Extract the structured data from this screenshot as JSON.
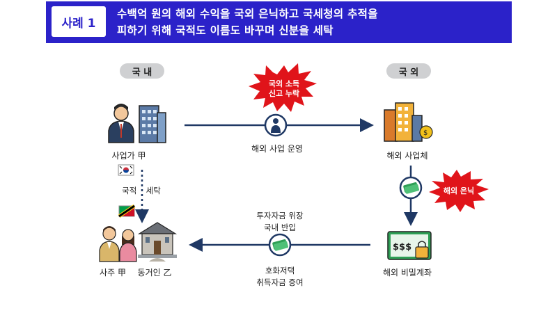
{
  "header": {
    "badge": "사례 1",
    "line1": "수백억 원의 해외 수익을 국외 은닉하고 국세청의 추적을",
    "line2": "피하기 위해 국적도 이름도 바꾸며 신분을 세탁"
  },
  "regions": {
    "domestic": "국 내",
    "foreign": "국 외"
  },
  "burst_top": {
    "line1": "국외 소득",
    "line2": "신고 누락"
  },
  "burst_right": "해외 은닉",
  "nodes": {
    "businessman": "사업가 甲",
    "overseas_entity": "해외 사업체",
    "secret_account": "해외 비밀계좌",
    "owner": "사주 甲",
    "cohabitant": "동거인 乙"
  },
  "flows": {
    "top": "해외 사업 운영",
    "bottom_upper_1": "투자자금 위장",
    "bottom_upper_2": "국내 반입",
    "bottom_lower_1": "호화저택",
    "bottom_lower_2": "취득자금 증여",
    "nationality_1": "국적",
    "nationality_2": "세탁"
  },
  "colors": {
    "accent": "#2b22c9",
    "arrow": "#1f3864",
    "burst": "#e0141a",
    "money": "#2e9e55"
  }
}
